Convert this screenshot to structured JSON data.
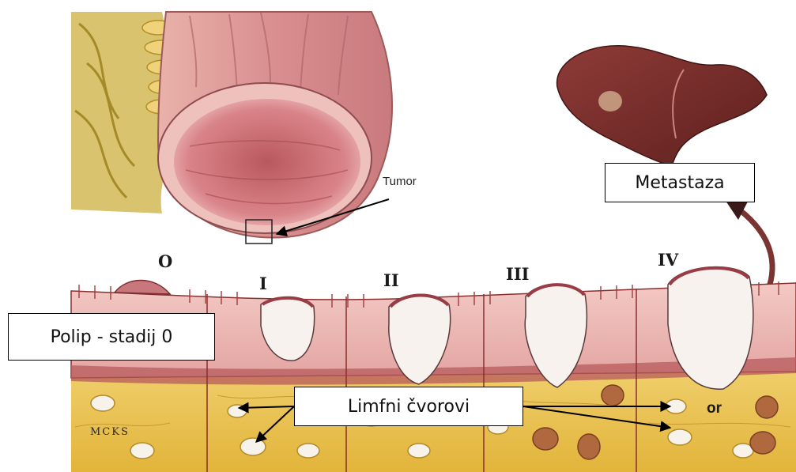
{
  "figure": {
    "callouts": {
      "metastasis": "Metastaza",
      "polyp_stage": "Polip - stadij 0",
      "lymph_nodes": "Limfni čvorovi"
    },
    "labels": {
      "tumor": "Tumor",
      "or": "or",
      "stages": [
        "O",
        "I",
        "II",
        "III",
        "IV"
      ]
    },
    "signature": "MCKS",
    "colors": {
      "colon_pink": "#d98e8f",
      "lumen": "#c96f73",
      "liver": "#7a2f2c",
      "fat_yellow": "#e7c24a",
      "tumor_white": "#f7f2ee",
      "wall_line": "#8a2f2f"
    }
  }
}
